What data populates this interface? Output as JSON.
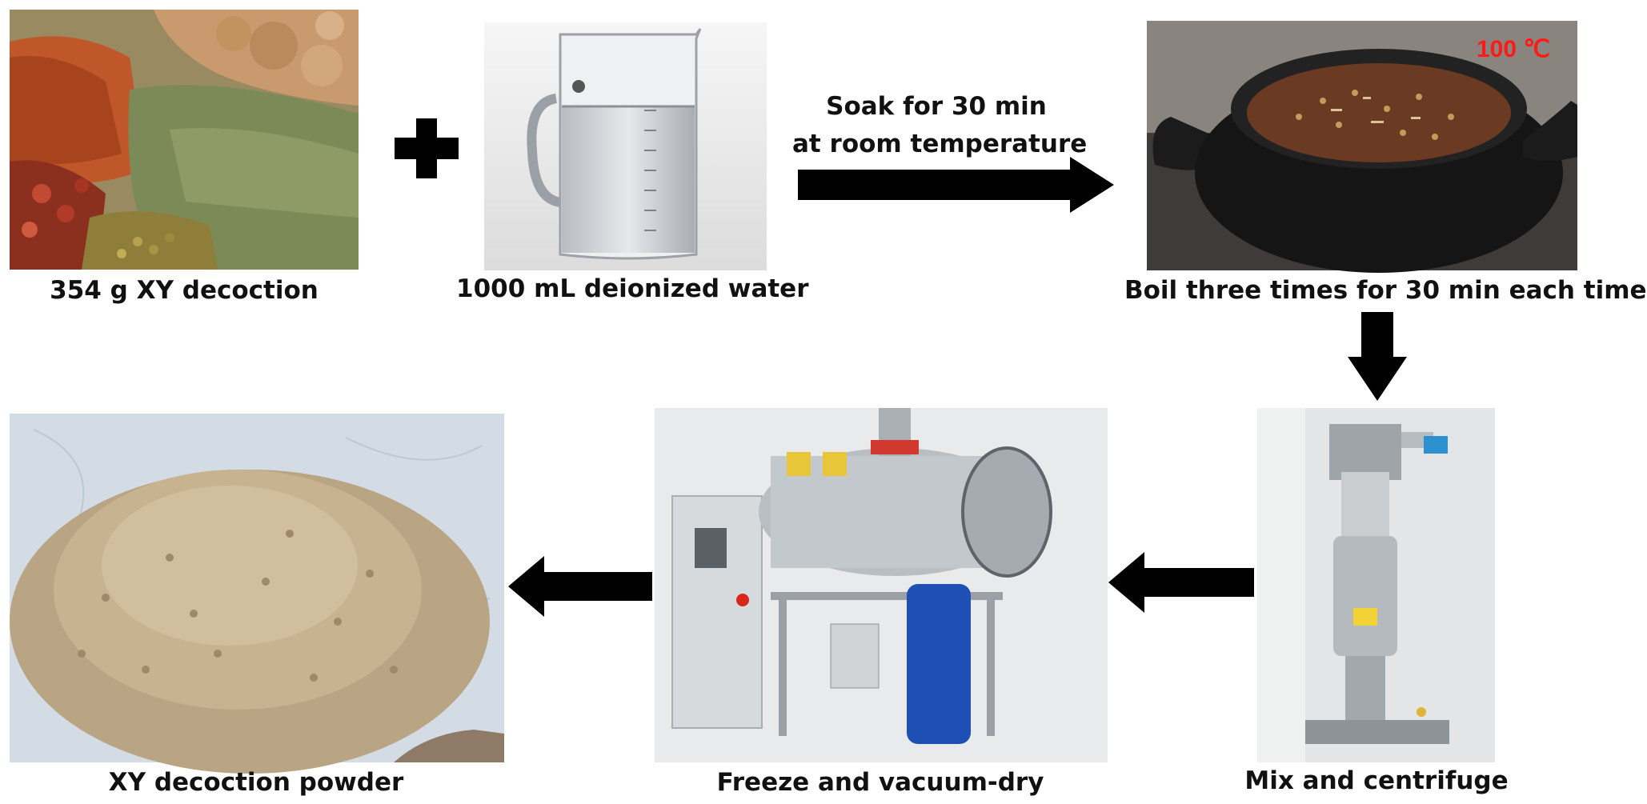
{
  "steps": {
    "herbs": {
      "caption": "354 g XY decoction"
    },
    "water": {
      "caption": "1000 mL deionized water"
    },
    "boil": {
      "caption": "Boil three times for 30 min each time",
      "temperature": "100 ℃"
    },
    "centrifuge": {
      "caption": "Mix and centrifuge"
    },
    "dryer": {
      "caption": "Freeze and vacuum-dry"
    },
    "powder": {
      "caption": "XY decoction powder"
    }
  },
  "soak_arrow": {
    "line1": "Soak for 30 min",
    "line2": "at room temperature"
  },
  "colors": {
    "arrow": "#000000",
    "temperature": "#ff1a1a",
    "caption": "#111111"
  }
}
